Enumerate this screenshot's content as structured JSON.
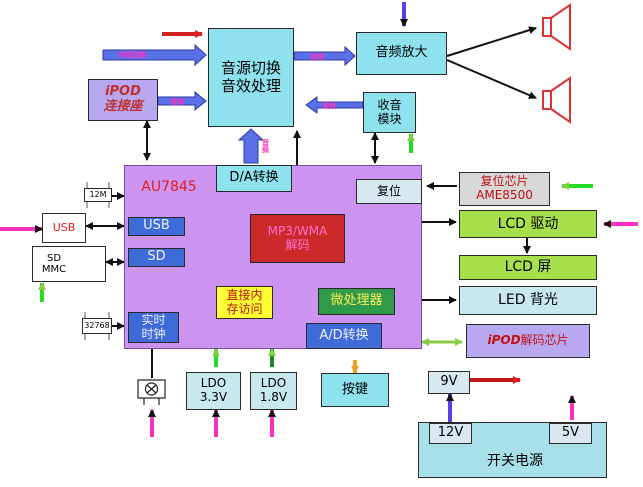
{
  "blocks": {
    "switch": "音源切换\n音效处理",
    "amp": "音频放大",
    "ipod_dock": "iPOD\n连接座",
    "tuner": "收音\n模块",
    "soc": "AU7845",
    "da": "D/A转换",
    "reset": "复位",
    "reset_chip": "复位芯片\nAME8500",
    "xtal12": "12M",
    "usb_port": "USB",
    "usb_if": "USB",
    "sd_card": "SD\nMMC",
    "sd_if": "SD",
    "mp3": "MP3/WMA\n解码",
    "mem": "直接内\n存访问",
    "mcu": "微处理器",
    "xtal32": "32768",
    "rtc": "实时\n时钟",
    "ad": "A/D转换",
    "lcd_drv": "LCD 驱动",
    "lcd": "LCD 屏",
    "led": "LED 背光",
    "ipod_dec_italic": "iPOD",
    "ipod_dec": " 解码芯片",
    "ldo33": "LDO\n3.3V",
    "ldo18": "LDO\n1.8V",
    "keys": "按键",
    "v9": "9V",
    "psu": "开关电源",
    "v12": "12V",
    "v5": "5V"
  },
  "labels": {
    "ext_audio": "外部音频",
    "audio1": "音频",
    "audio2": "音频",
    "ipod_audio": "音频",
    "tuner_audio": "音频",
    "da_audio": "音频"
  },
  "colors": {
    "teal": "#8ee2ee",
    "blue": "#3f6bd8",
    "violet": "#cc94f0",
    "green": "#a8e04c",
    "magenta": "#ff30c0",
    "red": "#e02020"
  }
}
